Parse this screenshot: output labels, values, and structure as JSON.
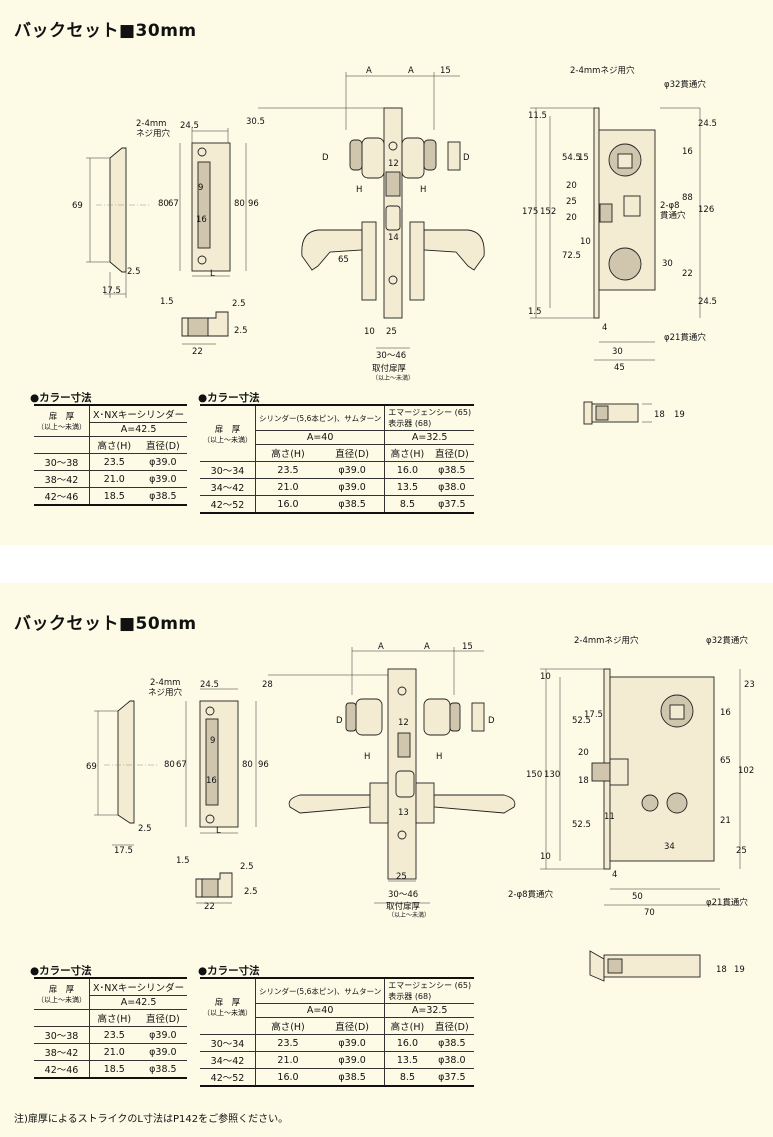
{
  "panel1": {
    "title": "バックセット■30mm",
    "labels": {
      "screw_hole": "2-4mmネジ用穴",
      "screw_hole_a": "2-4mm",
      "screw_hole_b": "ネジ用穴",
      "through32": "φ32貫通穴",
      "through8_a": "2-φ8",
      "through8_b": "貫通穴",
      "through21": "φ21貫通穴",
      "door_thickness": "取付扉厚",
      "door_thickness_note": "（以上～未満）",
      "dim_range": "30～46",
      "A": "A",
      "D": "D",
      "H": "H",
      "L": "L"
    },
    "dims": {
      "d24_5": "24.5",
      "d30_5": "30.5",
      "d69": "69",
      "d80": "80",
      "d67": "67",
      "d9": "9",
      "d16": "16",
      "d96": "96",
      "d2_5": "2.5",
      "d17_5": "17.5",
      "d1_5": "1.5",
      "d22": "22",
      "d15": "15",
      "d12": "12",
      "d14": "14",
      "d65": "65",
      "d10": "10",
      "d25": "25",
      "d11_5": "11.5",
      "d54_5": "54.5",
      "d175": "175",
      "d152": "152",
      "d20": "20",
      "d72_5": "72.5",
      "d4": "4",
      "d30": "30",
      "d45": "45",
      "d88": "88",
      "d126": "126",
      "d18": "18",
      "d19": "19"
    },
    "color_table_1": {
      "heading": "●カラー寸法",
      "door": "扉　厚",
      "door_note": "（以上～未満）",
      "group": "X･NXキーシリンダー",
      "a_value": "A=42.5",
      "col_h": "高さ(H)",
      "col_d": "直径(D)",
      "rows": [
        {
          "range": "30～38",
          "h": "23.5",
          "d": "φ39.0"
        },
        {
          "range": "38～42",
          "h": "21.0",
          "d": "φ39.0"
        },
        {
          "range": "42～46",
          "h": "18.5",
          "d": "φ38.5"
        }
      ]
    },
    "color_table_2": {
      "heading": "●カラー寸法",
      "door": "扉　厚",
      "door_note": "（以上～未満）",
      "group1": "シリンダー(5,6本ピン)、サムターン",
      "group2a": "エマージェンシー",
      "group2a_num": "(65)",
      "group2b": "表示器",
      "group2b_num": "(68)",
      "a1": "A=40",
      "a2": "A=32.5",
      "col_h": "高さ(H)",
      "col_d": "直径(D)",
      "rows": [
        {
          "range": "30～34",
          "h1": "23.5",
          "d1": "φ39.0",
          "h2": "16.0",
          "d2": "φ38.5"
        },
        {
          "range": "34～42",
          "h1": "21.0",
          "d1": "φ39.0",
          "h2": "13.5",
          "d2": "φ38.0"
        },
        {
          "range": "42～52",
          "h1": "16.0",
          "d1": "φ38.5",
          "h2": "8.5",
          "d2": "φ37.5"
        }
      ]
    }
  },
  "panel2": {
    "title": "バックセット■50mm",
    "labels": {
      "screw_hole": "2-4mmネジ用穴",
      "screw_hole_a": "2-4mm",
      "screw_hole_b": "ネジ用穴",
      "through32": "φ32貫通穴",
      "through8": "2-φ8貫通穴",
      "through21": "φ21貫通穴",
      "door_thickness": "取付扉厚",
      "door_thickness_note": "（以上～未満）",
      "dim_range": "30～46",
      "A": "A",
      "D": "D",
      "H": "H",
      "L": "L"
    },
    "dims": {
      "d24_5": "24.5",
      "d28": "28",
      "d69": "69",
      "d80": "80",
      "d67": "67",
      "d9": "9",
      "d16": "16",
      "d96": "96",
      "d2_5": "2.5",
      "d17_5": "17.5",
      "d1_5": "1.5",
      "d22": "22",
      "d15": "15",
      "d12": "12",
      "d13": "13",
      "d25": "25",
      "d10": "10",
      "d23": "23",
      "d52_5": "52.5",
      "d150": "150",
      "d130": "130",
      "d17_5b": "17.5",
      "d20": "20",
      "d18": "18",
      "d11": "11",
      "d34": "34",
      "d65": "65",
      "d102": "102",
      "d21": "21",
      "d4": "4",
      "d50": "50",
      "d70": "70",
      "d19": "19"
    },
    "color_table_1": {
      "heading": "●カラー寸法",
      "door": "扉　厚",
      "door_note": "（以上～未満）",
      "group": "X･NXキーシリンダー",
      "a_value": "A=42.5",
      "col_h": "高さ(H)",
      "col_d": "直径(D)",
      "rows": [
        {
          "range": "30～38",
          "h": "23.5",
          "d": "φ39.0"
        },
        {
          "range": "38～42",
          "h": "21.0",
          "d": "φ39.0"
        },
        {
          "range": "42～46",
          "h": "18.5",
          "d": "φ38.5"
        }
      ]
    },
    "color_table_2": {
      "heading": "●カラー寸法",
      "door": "扉　厚",
      "door_note": "（以上～未満）",
      "group1": "シリンダー(5,6本ピン)、サムターン",
      "group2a": "エマージェンシー",
      "group2a_num": "(65)",
      "group2b": "表示器",
      "group2b_num": "(68)",
      "a1": "A=40",
      "a2": "A=32.5",
      "col_h": "高さ(H)",
      "col_d": "直径(D)",
      "rows": [
        {
          "range": "30～34",
          "h1": "23.5",
          "d1": "φ39.0",
          "h2": "16.0",
          "d2": "φ38.5"
        },
        {
          "range": "34～42",
          "h1": "21.0",
          "d1": "φ39.0",
          "h2": "13.5",
          "d2": "φ38.0"
        },
        {
          "range": "42～52",
          "h1": "16.0",
          "d1": "φ38.5",
          "h2": "8.5",
          "d2": "φ37.5"
        }
      ]
    }
  },
  "footnote": "注)扉厚によるストライクのL寸法はP142をご参照ください。"
}
